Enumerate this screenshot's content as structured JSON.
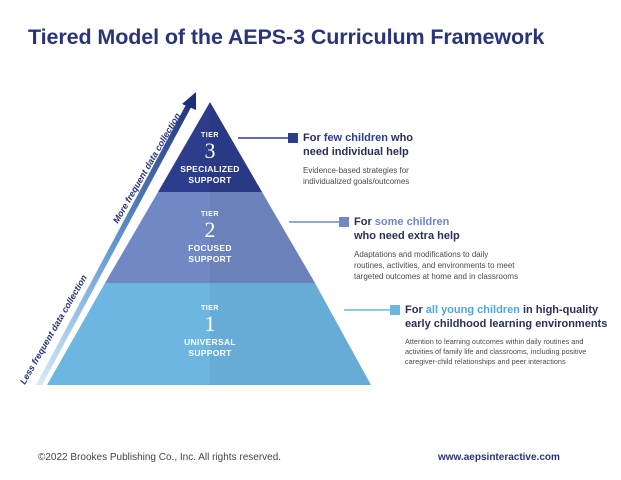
{
  "title": "Tiered Model of the AEPS-3 Curriculum Framework",
  "arrow": {
    "low_label": "Less frequent data collection",
    "high_label": "More frequent data collection"
  },
  "tiers": [
    {
      "word": "TIER",
      "number": "3",
      "name_line1": "SPECIALIZED",
      "name_line2": "SUPPORT",
      "color": "#2d3d8c",
      "callout_prefix": "For ",
      "callout_highlight": "few children",
      "callout_suffix": " who",
      "callout_line2": "need individual help",
      "highlight_color": "#2d3d8c",
      "desc": [
        "Evidence-based strategies for",
        "individualized goals/outcomes"
      ]
    },
    {
      "word": "TIER",
      "number": "2",
      "name_line1": "FOCUSED",
      "name_line2": "SUPPORT",
      "color": "#7088c4",
      "callout_prefix": "For ",
      "callout_highlight": "some children",
      "callout_suffix": "",
      "callout_line2": "who need extra help",
      "highlight_color": "#6f86c3",
      "desc": [
        "Adaptations and modifications to daily",
        "routines, activities, and environments to meet",
        "targeted outcomes at home and in classrooms"
      ]
    },
    {
      "word": "TIER",
      "number": "1",
      "name_line1": "UNIVERSAL",
      "name_line2": "SUPPORT",
      "color": "#6db6e2",
      "callout_prefix": "For ",
      "callout_highlight": "all young children",
      "callout_suffix": " in high-quality",
      "callout_line2": "early childhood learning environments",
      "highlight_color": "#4fa6dc",
      "desc": [
        "Attention to learning outcomes within daily routines and",
        "activities of family life and classrooms, including positive",
        "caregiver-child relationships and peer interactions"
      ]
    }
  ],
  "footer": {
    "copyright": "©2022 Brookes Publishing Co., Inc. All rights reserved.",
    "url": "www.aepsinteractive.com"
  }
}
